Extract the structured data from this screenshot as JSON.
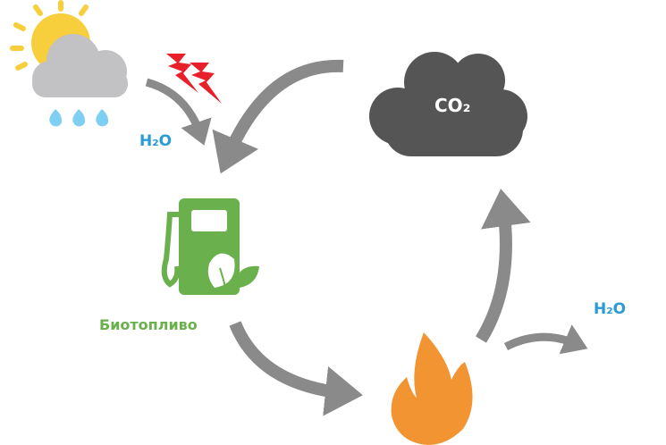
{
  "labels": {
    "h2o_rain": "H₂O",
    "h2o_out": "H₂O",
    "co2": "CO₂",
    "biofuel": "Биотопливо"
  },
  "colors": {
    "arrow": "#8a8a8a",
    "sun": "#f7cf3c",
    "cloud": "#c2c2c4",
    "rain": "#7fcff3",
    "lightning": "#e8202a",
    "co2_cloud": "#555555",
    "pump": "#6ab04c",
    "flame": "#f29431",
    "water_text": "#2a9ad8"
  }
}
